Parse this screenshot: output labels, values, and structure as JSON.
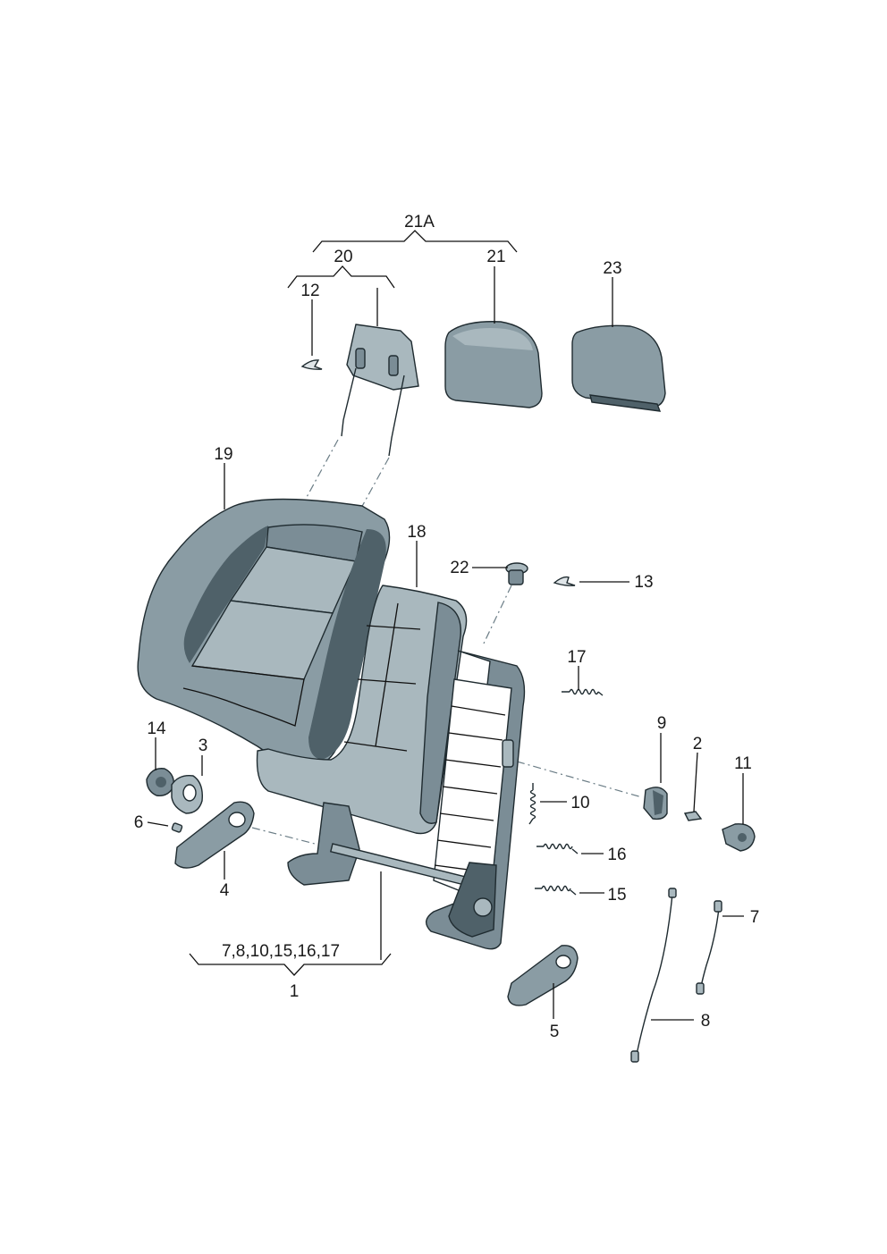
{
  "diagram": {
    "labels": {
      "p21A": "21A",
      "p20": "20",
      "p21": "21",
      "p23": "23",
      "p12": "12",
      "p19": "19",
      "p18": "18",
      "p22": "22",
      "p13": "13",
      "p17": "17",
      "p14": "14",
      "p3": "3",
      "p9": "9",
      "p2": "2",
      "p11": "11",
      "p6": "6",
      "p10": "10",
      "p4": "4",
      "p16": "16",
      "p15": "15",
      "p7": "7",
      "p1_list": "7,8,10,15,16,17",
      "p1": "1",
      "p5": "5",
      "p8": "8"
    }
  }
}
